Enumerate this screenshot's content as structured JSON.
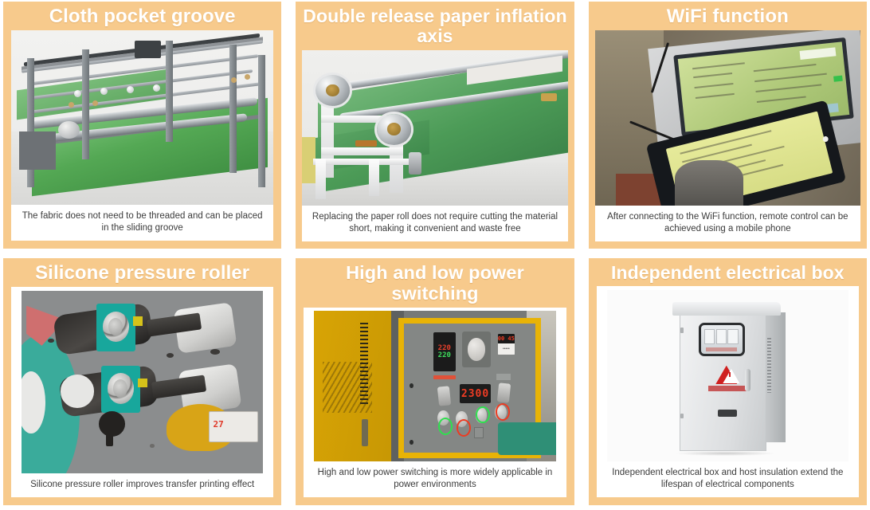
{
  "page": {
    "accent_color": "#f7ca8c",
    "title_color": "#ffffff",
    "caption_color": "#3b3b3b",
    "card_body_color": "#ffffff"
  },
  "cards": [
    {
      "title": "Cloth pocket groove",
      "caption": "The fabric does not need to be threaded and can be placed in the sliding groove",
      "image_name": "cloth-pocket-groove-photo"
    },
    {
      "title": "Double release paper inflation axis",
      "caption": "Replacing the paper roll does not require cutting the material short, making it convenient and waste free",
      "image_name": "double-release-paper-inflation-axis-photo"
    },
    {
      "title": "WiFi function",
      "caption": "After connecting to the WiFi function, remote control can be achieved using a mobile phone",
      "image_name": "wifi-function-photo"
    },
    {
      "title": "Silicone pressure roller",
      "caption": "Silicone pressure roller improves transfer printing effect",
      "image_name": "silicone-pressure-roller-photo"
    },
    {
      "title": "High and low power switching",
      "caption": "High and low power switching is more widely applicable in power environments",
      "image_name": "high-low-power-switching-photo"
    },
    {
      "title": "Independent electrical box",
      "caption": "Independent electrical box and host insulation extend the lifespan of electrical components",
      "image_name": "independent-electrical-box-photo"
    }
  ],
  "photo_readouts": {
    "roller_meter": "27",
    "panel_voltage_red": "220",
    "panel_voltage_green": "220",
    "panel_speed": "2300",
    "panel_counter": "00 45"
  }
}
